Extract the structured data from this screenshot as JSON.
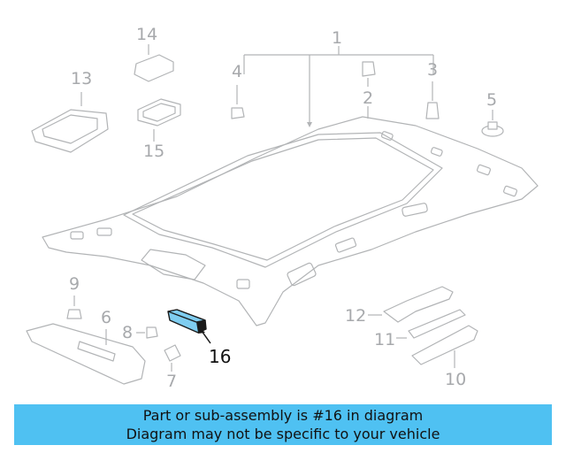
{
  "callouts": {
    "c1": "1",
    "c2": "2",
    "c3": "3",
    "c4": "4",
    "c5": "5",
    "c6": "6",
    "c7": "7",
    "c8": "8",
    "c9": "9",
    "c10": "10",
    "c11": "11",
    "c12": "12",
    "c13": "13",
    "c14": "14",
    "c15": "15",
    "c16": "16"
  },
  "highlighted_part": "16",
  "banner": {
    "line1": "Part or sub-assembly is #16 in diagram",
    "line2": "Diagram may not be specific to your vehicle",
    "color": "#4fc1f2"
  },
  "colors": {
    "part_outline": "#b2b4b6",
    "highlight_fill": "#7fcdf0",
    "highlight_outline": "#1a1a1a"
  }
}
